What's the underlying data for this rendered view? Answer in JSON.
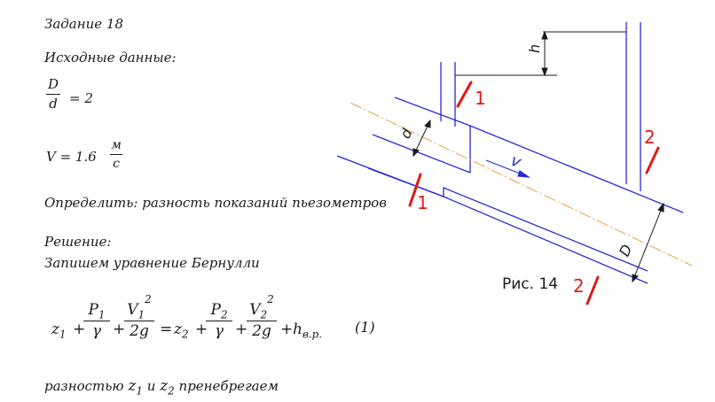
{
  "task": {
    "title": "Задание 18",
    "given_label": "Исходные данные:",
    "ratio": {
      "num": "D",
      "den": "d",
      "rhs": "= 2"
    },
    "velocity": {
      "lhs": "V  =  1.6",
      "unit_num": "м",
      "unit_den": "с"
    },
    "determine": "Определить: разность показаний пьезометров",
    "solution_label": "Решение:",
    "bernoulli_intro": "Запишем уравнение Бернулли",
    "equation": {
      "z1": "z",
      "z1_sub": "1",
      "plus": "+",
      "p1_num": "P",
      "p1_sub": "1",
      "p1_den": "γ",
      "v1_num": "V",
      "v1_sub": "1",
      "v1_sup": "2",
      "v1_den": "2g",
      "eq": "=",
      "z2": "z",
      "z2_sub": "2",
      "p2_num": "P",
      "p2_sub": "2",
      "p2_den": "γ",
      "v2_num": "V",
      "v2_sub": "2",
      "v2_sup": "2",
      "v2_den": "2g",
      "h": "h",
      "h_sub": "в.р.",
      "number": "(1)"
    },
    "footer": {
      "prefix": "разностью",
      "z": "z",
      "sub1": "1",
      "and": "и",
      "sub2": "2",
      "suffix": "пренебрегаем"
    }
  },
  "figure": {
    "caption": "Рис. 14",
    "label_h": "h",
    "label_d": "d",
    "label_D": "D",
    "label_v": "v",
    "section_1_top": "1",
    "section_1_bottom": "1",
    "section_2_top": "2",
    "section_2_bottom": "2",
    "colors": {
      "pipe": "#2a2ad6",
      "axis": "#e8a040",
      "section": "#e01818",
      "ink": "#1a1a1a"
    }
  }
}
